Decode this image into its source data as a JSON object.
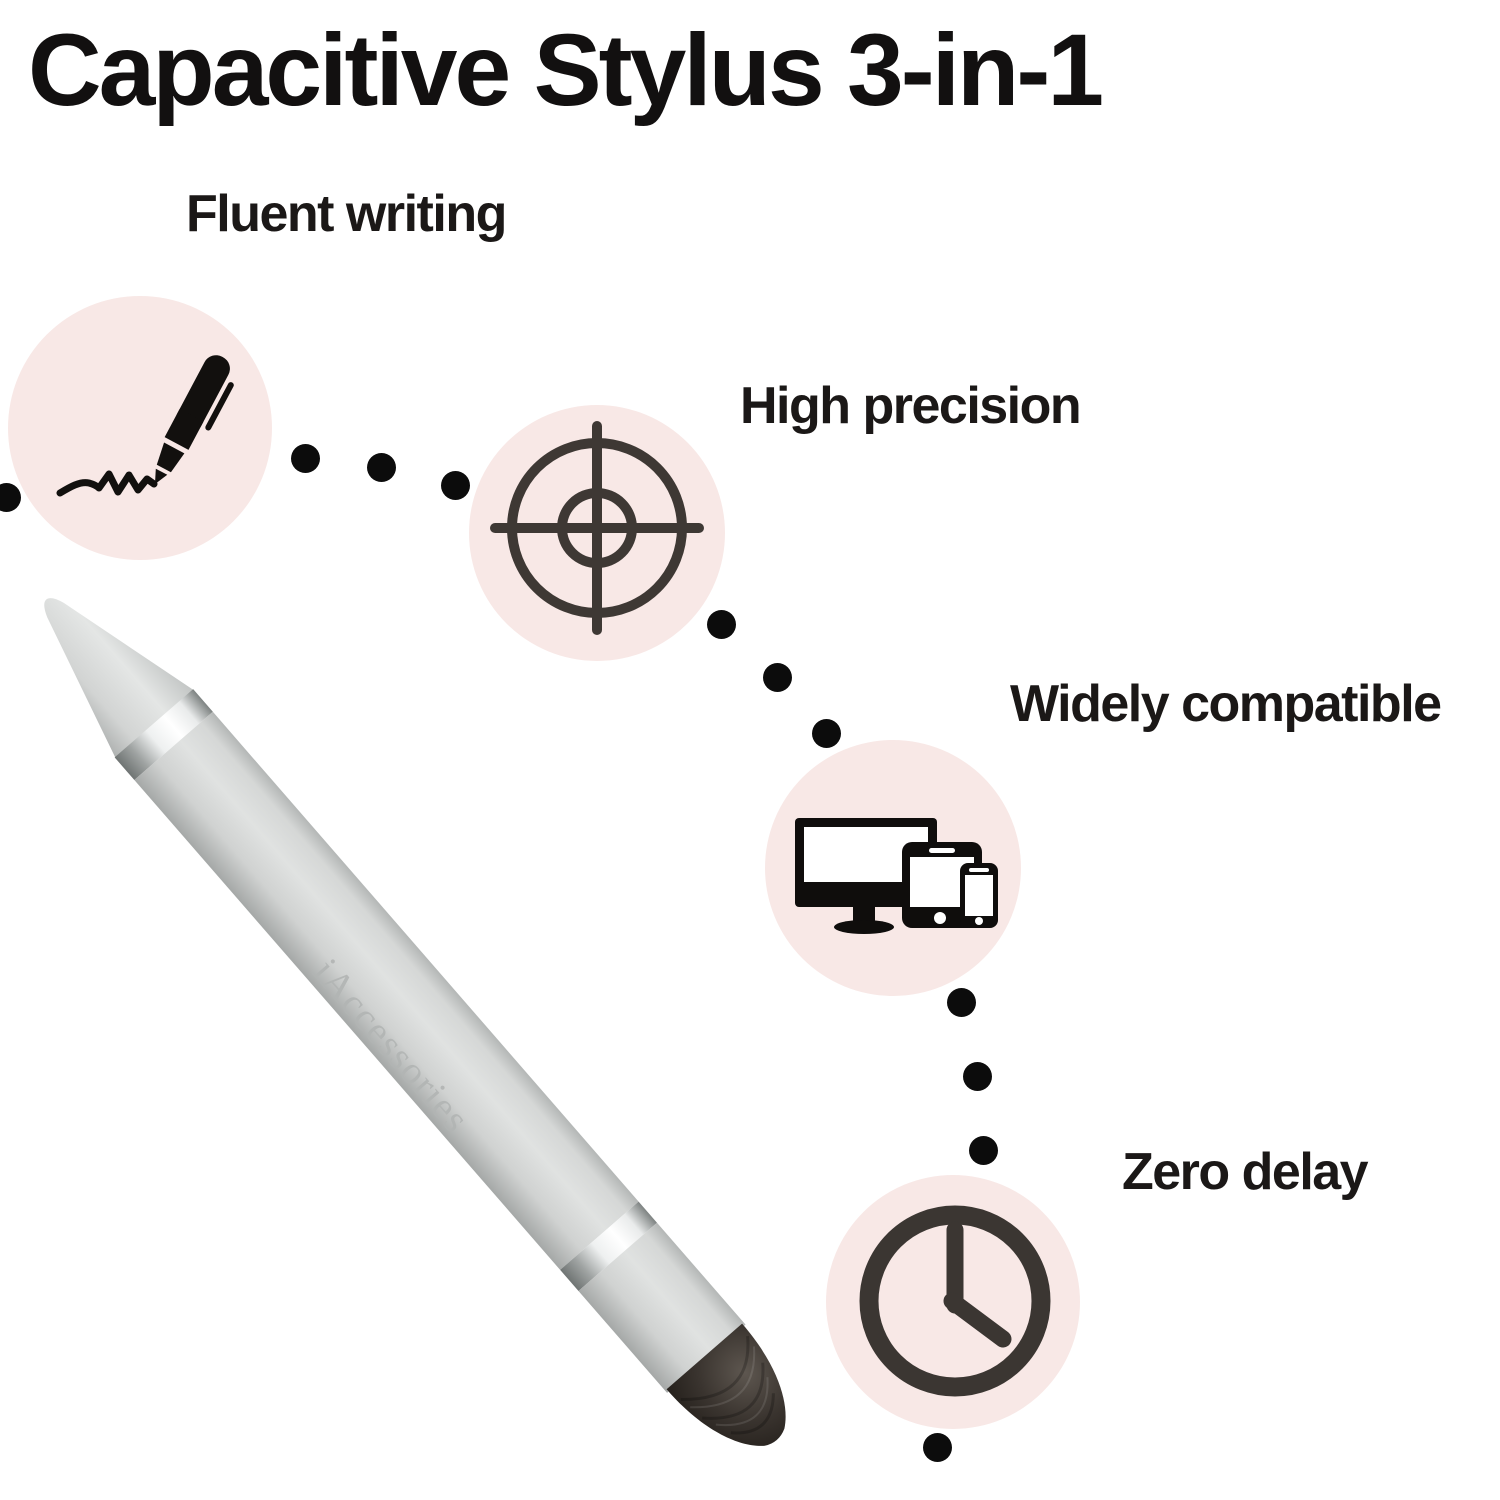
{
  "title": "Capacitive Stylus 3-in-1",
  "product": {
    "brand_engraving": "iAccessories",
    "description": "gray capacitive stylus pen shown diagonally with chrome rings and fiber mesh tip"
  },
  "features": [
    {
      "label": "Fluent writing",
      "icon": "pen-writing-icon"
    },
    {
      "label": "High precision",
      "icon": "crosshair-icon"
    },
    {
      "label": "Widely compatible",
      "icon": "devices-icon"
    },
    {
      "label": "Zero delay",
      "icon": "clock-icon"
    }
  ],
  "colors": {
    "background": "#ffffff",
    "feature_circle_pink": "#f8e8e6",
    "icon_black": "#12100e",
    "icon_dark_gray": "#3b3632",
    "dot_black": "#0c0c0c",
    "text_black": "#121010",
    "pen_body_gray": "#d3d5d4",
    "pen_tip_dark": "#27221f"
  }
}
